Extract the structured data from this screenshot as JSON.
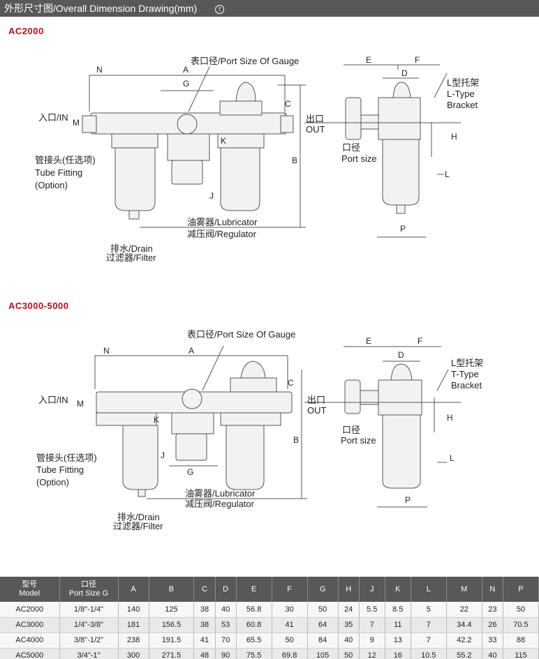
{
  "header": {
    "title": "外形尺寸图/Overall Dimension Drawing(mm)"
  },
  "sections": [
    {
      "title": "AC2000"
    },
    {
      "title": "AC3000-5000"
    }
  ],
  "callouts": {
    "gauge": "表口径/Port Size Of Gauge",
    "inlet": "入口/IN",
    "outlet_cn": "出口",
    "outlet_en": "OUT",
    "tube_cn": "管接头(任选项)",
    "tube_en": "Tube Fitting",
    "tube_opt": "(Option)",
    "lubricator": "油雾器/Lubricator",
    "regulator": "减压阀/Regulator",
    "drain": "排水/Drain",
    "filter": "过滤器/Filter",
    "port_cn": "口径",
    "port_en": "Port size",
    "bracket_cn": "L型托架",
    "bracket_l": "L-Type",
    "bracket_t": "T-Type",
    "bracket_en": "Bracket"
  },
  "dims": {
    "A": "A",
    "B": "B",
    "C": "C",
    "D": "D",
    "E": "E",
    "F": "F",
    "G": "G",
    "H": "H",
    "J": "J",
    "K": "K",
    "L": "L",
    "M": "M",
    "N": "N",
    "P": "P"
  },
  "table": {
    "header_model_cn": "型号",
    "header_model_en": "Model",
    "header_port_cn": "口径",
    "header_port_en": "Port Size G",
    "columns": [
      "A",
      "B",
      "C",
      "D",
      "E",
      "F",
      "G",
      "H",
      "J",
      "K",
      "L",
      "M",
      "N",
      "P"
    ],
    "rows": [
      [
        "AC2000",
        "1/8\"-1/4\"",
        "140",
        "125",
        "38",
        "40",
        "56.8",
        "30",
        "50",
        "24",
        "5.5",
        "8.5",
        "5",
        "22",
        "23",
        "50"
      ],
      [
        "AC3000",
        "1/4\"-3/8\"",
        "181",
        "156.5",
        "38",
        "53",
        "60.8",
        "41",
        "64",
        "35",
        "7",
        "11",
        "7",
        "34.4",
        "26",
        "70.5"
      ],
      [
        "AC4000",
        "3/8\"-1/2\"",
        "238",
        "191.5",
        "41",
        "70",
        "65.5",
        "50",
        "84",
        "40",
        "9",
        "13",
        "7",
        "42.2",
        "33",
        "88"
      ],
      [
        "AC5000",
        "3/4\"-1\"",
        "300",
        "271.5",
        "48",
        "90",
        "75.5",
        "69.8",
        "105",
        "50",
        "12",
        "16",
        "10.5",
        "55.2",
        "40",
        "115"
      ]
    ]
  }
}
